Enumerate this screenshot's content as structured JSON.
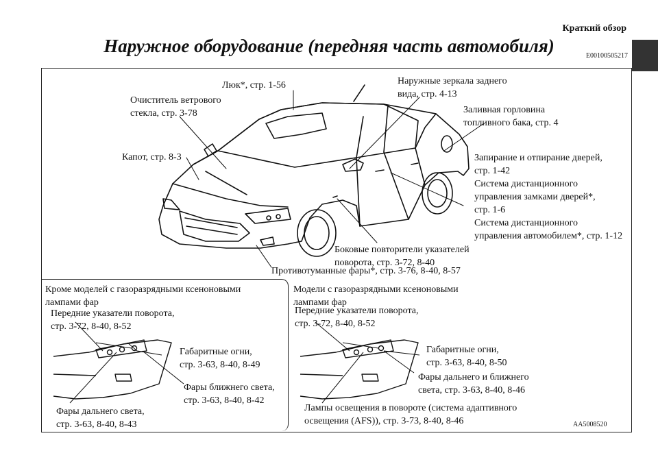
{
  "header": {
    "section": "Краткий обзор",
    "title": "Наружное оборудование (передняя часть автомобиля)",
    "code": "E00100505217"
  },
  "callouts": {
    "sunroof": "Люк*, стр. 1-56",
    "wiper": "Очиститель ветрового\nстекла, стр. 3-78",
    "mirrors": "Наружные зеркала заднего\nвида, стр. 4-13",
    "fuel": "Заливная горловина\nтопливного бака, стр. 4",
    "hood": "Капот, стр. 8-3",
    "doors": "Запирание и отпирание дверей,\nстр. 1-42\nСистема дистанционного\nуправления замками дверей*,\nстр. 1-6\nСистема дистанционного\nуправления автомобилем*, стр. 1-12",
    "side_turn": "Боковые повторители указателей\nповорота, стр. 3-72, 8-40",
    "fog": "Противотуманные фары*, стр. 3-76, 8-40, 8-57"
  },
  "left_panel": {
    "heading": "Кроме моделей с газоразрядными ксеноновыми\nлампами фар",
    "turn": "Передние указатели поворота,\nстр. 3-72, 8-40, 8-52",
    "position": "Габаритные огни,\nстр. 3-63, 8-40, 8-49",
    "low_beam": "Фары ближнего света,\nстр. 3-63, 8-40, 8-42",
    "high_beam": "Фары дальнего света,\nстр. 3-63, 8-40, 8-43"
  },
  "right_panel": {
    "heading": "Модели с газоразрядными ксеноновыми\nлампами фар",
    "turn": "Передние указатели поворота,\nстр. 3-72, 8-40, 8-52",
    "position": "Габаритные огни,\nстр. 3-63, 8-40, 8-50",
    "beams": "Фары дальнего и ближнего\nсвета, стр. 3-63, 8-40, 8-46",
    "afs": "Лампы освещения в повороте (система адаптивного\nосвещения (AFS)), стр. 3-73, 8-40, 8-46"
  },
  "figure_code": "AA5008520"
}
